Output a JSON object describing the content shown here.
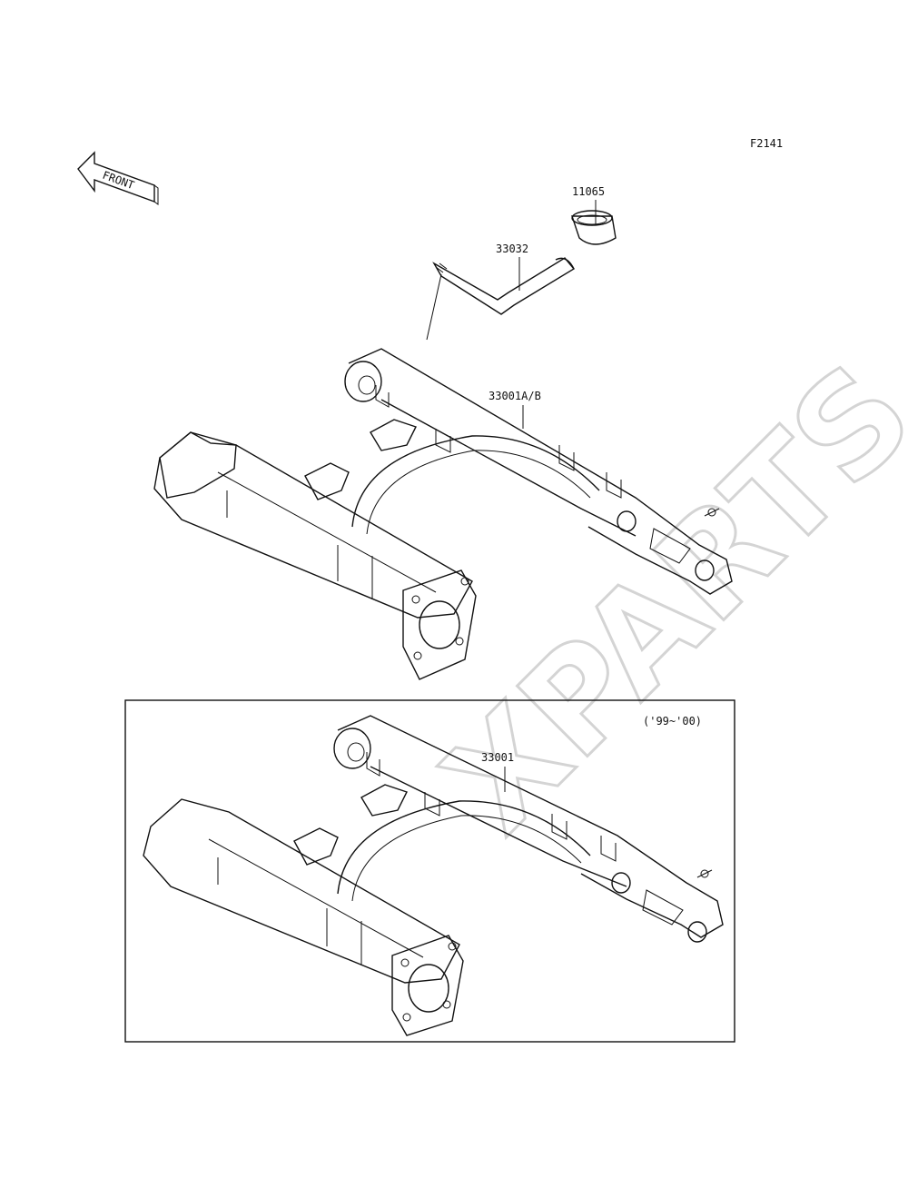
{
  "figure_code": "F2141",
  "front_label": "FRONT",
  "watermark": "XPARTS",
  "callouts": {
    "bushing": "11065",
    "pivot_shaft": "33032",
    "swingarm_main": "33001A/B",
    "swingarm_variant": "33001"
  },
  "inset_note": "('99~'00)"
}
